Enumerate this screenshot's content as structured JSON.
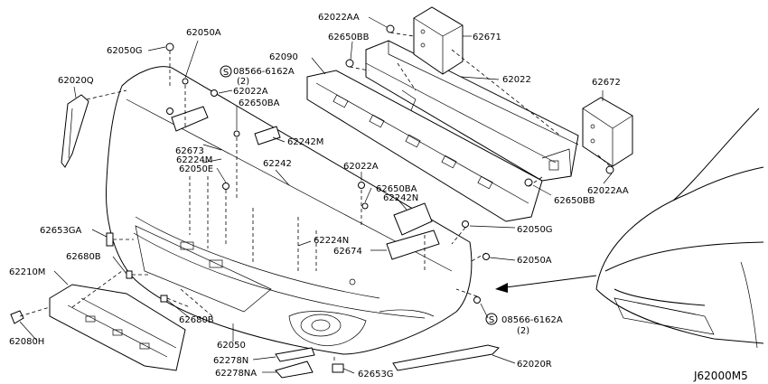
{
  "diagram": {
    "reference_code": "J62000M5",
    "labels": {
      "p62022AA_top": "62022AA",
      "p62671": "62671",
      "p62650BB_top": "62650BB",
      "p62050A_top": "62050A",
      "p62050G_top": "62050G",
      "p62090": "62090",
      "p62022": "62022",
      "p62020Q": "62020Q",
      "p08566_top": "08566-6162A",
      "p08566_top_qty": "(2)",
      "p62022A_top": "62022A",
      "p62650BA_top": "62650BA",
      "p62672": "62672",
      "p62242M": "62242M",
      "p62673": "62673",
      "p62224M": "62224M",
      "p62050E": "62050E",
      "p62242": "62242",
      "p62022A_mid": "62022A",
      "p62022AA_right": "62022AA",
      "p62650BB_right": "62650BB",
      "p62650BA_mid": "62650BA",
      "p62242N": "62242N",
      "p62050G_right": "62050G",
      "p62653GA": "62653GA",
      "p62224N": "62224N",
      "p62674": "62674",
      "p62680B_top": "62680B",
      "p62050A_right": "62050A",
      "p62210M": "62210M",
      "p08566_bot": "08566-6162A",
      "p08566_bot_qty": "(2)",
      "p62680B_bot": "62680B",
      "p62080H": "62080H",
      "p62050": "62050",
      "p62278N": "62278N",
      "p62278NA": "62278NA",
      "p62653G": "62653G",
      "p62020R": "62020R"
    },
    "circled_prefix": "S"
  }
}
